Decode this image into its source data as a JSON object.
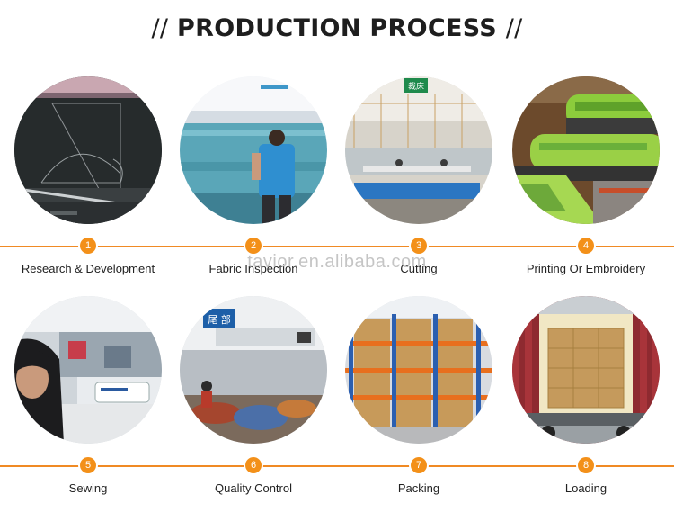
{
  "title": {
    "prefix": "//",
    "text": "PRODUCTION PROCESS",
    "suffix": "//"
  },
  "watermark": "tavior.en.alibaba.com",
  "accent_color": "#f08a24",
  "steps": [
    {
      "number": "1",
      "label": "Research & Development"
    },
    {
      "number": "2",
      "label": "Fabric Inspection"
    },
    {
      "number": "3",
      "label": "Cutting"
    },
    {
      "number": "4",
      "label": "Printing Or Embroidery"
    },
    {
      "number": "5",
      "label": "Sewing"
    },
    {
      "number": "6",
      "label": "Quality Control"
    },
    {
      "number": "7",
      "label": "Packing"
    },
    {
      "number": "8",
      "label": "Loading"
    }
  ],
  "photo_texts": {
    "cutting_sign": "裁床",
    "qc_sign": "尾 部"
  }
}
